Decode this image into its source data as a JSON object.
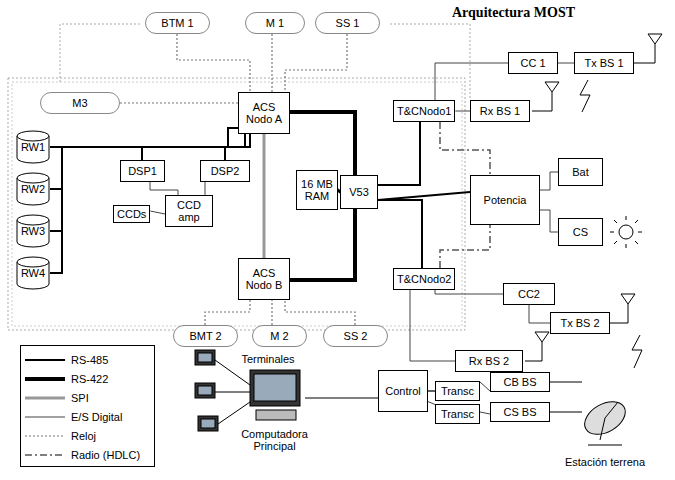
{
  "diagram": {
    "title": "Arquitectura MOST",
    "nodes": [
      {
        "text": [
          "BTM 1"
        ]
      },
      {
        "text": [
          "M 1"
        ]
      },
      {
        "text": [
          "SS 1"
        ]
      },
      {
        "text": [
          "M3"
        ]
      },
      {
        "text": [
          "ACS Nodo A"
        ]
      },
      {
        "text": [
          "T&CNodo1"
        ]
      },
      {
        "text": [
          "CC 1"
        ]
      },
      {
        "text": [
          "Tx BS 1"
        ]
      },
      {
        "text": [
          "Rx BS 1"
        ]
      },
      {
        "text": [
          "RW1"
        ]
      },
      {
        "text": [
          "RW2"
        ]
      },
      {
        "text": [
          "RW3"
        ]
      },
      {
        "text": [
          "RW4"
        ]
      },
      {
        "text": [
          "DSP1"
        ]
      },
      {
        "text": [
          "DSP2"
        ]
      },
      {
        "text": [
          "CCDs"
        ]
      },
      {
        "text": [
          "CCD amp"
        ]
      },
      {
        "text": [
          "16 MB RAM"
        ]
      },
      {
        "text": [
          "V53"
        ]
      },
      {
        "text": [
          "Potencia"
        ]
      },
      {
        "text": [
          "Bat"
        ]
      },
      {
        "text": [
          "CS"
        ]
      },
      {
        "text": [
          "T&CNodo2"
        ]
      },
      {
        "text": [
          "CC2"
        ]
      },
      {
        "text": [
          "Tx BS 2"
        ]
      },
      {
        "text": [
          "Rx BS 2"
        ]
      },
      {
        "text": [
          "ACS Nodo B"
        ]
      },
      {
        "text": [
          "BMT 2"
        ]
      },
      {
        "text": [
          "M 2"
        ]
      },
      {
        "text": [
          "SS 2"
        ]
      },
      {
        "text": [
          "Control"
        ]
      },
      {
        "text": [
          "Transc"
        ]
      },
      {
        "text": [
          "Transc"
        ]
      },
      {
        "text": [
          "CB BS"
        ]
      },
      {
        "text": [
          "CS BS"
        ]
      }
    ],
    "edges": [
      {
        "from": 0,
        "to": 4,
        "arrow": "none"
      },
      {
        "from": 1,
        "to": 4,
        "arrow": "none"
      },
      {
        "from": 2,
        "to": 4,
        "arrow": "none"
      },
      {
        "from": 3,
        "to": 4,
        "arrow": "none"
      },
      {
        "from": 9,
        "to": 4,
        "arrow": "none"
      },
      {
        "from": 10,
        "to": 4,
        "arrow": "none"
      },
      {
        "from": 11,
        "to": 4,
        "arrow": "none"
      },
      {
        "from": 12,
        "to": 4,
        "arrow": "none"
      },
      {
        "from": 13,
        "to": 4,
        "arrow": "none"
      },
      {
        "from": 14,
        "to": 4,
        "arrow": "none"
      },
      {
        "from": 15,
        "to": 16,
        "arrow": "none"
      },
      {
        "from": 16,
        "to": 13,
        "arrow": "none"
      },
      {
        "from": 16,
        "to": 14,
        "arrow": "none"
      },
      {
        "from": 4,
        "to": 18,
        "arrow": "none"
      },
      {
        "from": 26,
        "to": 18,
        "arrow": "none"
      },
      {
        "from": 4,
        "to": 26,
        "arrow": "none"
      },
      {
        "from": 18,
        "to": 17,
        "arrow": "none"
      },
      {
        "from": 18,
        "to": 5,
        "arrow": "none"
      },
      {
        "from": 18,
        "to": 22,
        "arrow": "none"
      },
      {
        "from": 18,
        "to": 19,
        "arrow": "none"
      },
      {
        "from": 19,
        "to": 20,
        "arrow": "none"
      },
      {
        "from": 19,
        "to": 21,
        "arrow": "none"
      },
      {
        "from": 5,
        "to": 6,
        "arrow": "none"
      },
      {
        "from": 6,
        "to": 7,
        "arrow": "none"
      },
      {
        "from": 5,
        "to": 8,
        "arrow": "none"
      },
      {
        "from": 22,
        "to": 23,
        "arrow": "none"
      },
      {
        "from": 23,
        "to": 24,
        "arrow": "none"
      },
      {
        "from": 22,
        "to": 25,
        "arrow": "none"
      },
      {
        "from": 5,
        "to": 19,
        "arrow": "none"
      },
      {
        "from": 22,
        "to": 19,
        "arrow": "none"
      },
      {
        "from": 27,
        "to": 26,
        "arrow": "none"
      },
      {
        "from": 28,
        "to": 26,
        "arrow": "none"
      },
      {
        "from": 29,
        "to": 26,
        "arrow": "none"
      },
      {
        "from": 30,
        "to": 31,
        "arrow": "none"
      },
      {
        "from": 30,
        "to": 32,
        "arrow": "none"
      },
      {
        "from": 31,
        "to": 33,
        "arrow": "none"
      },
      {
        "from": 32,
        "to": 34,
        "arrow": "none"
      }
    ],
    "labels": [
      "Terminales",
      "Computadora Principal",
      "Estación terrena"
    ],
    "legend": [
      {
        "text": "RS-485"
      },
      {
        "text": "RS-422"
      },
      {
        "text": "SPI"
      },
      {
        "text": "E/S Digital"
      },
      {
        "text": "Reloj"
      },
      {
        "text": "Radio (HDLC)"
      }
    ]
  }
}
